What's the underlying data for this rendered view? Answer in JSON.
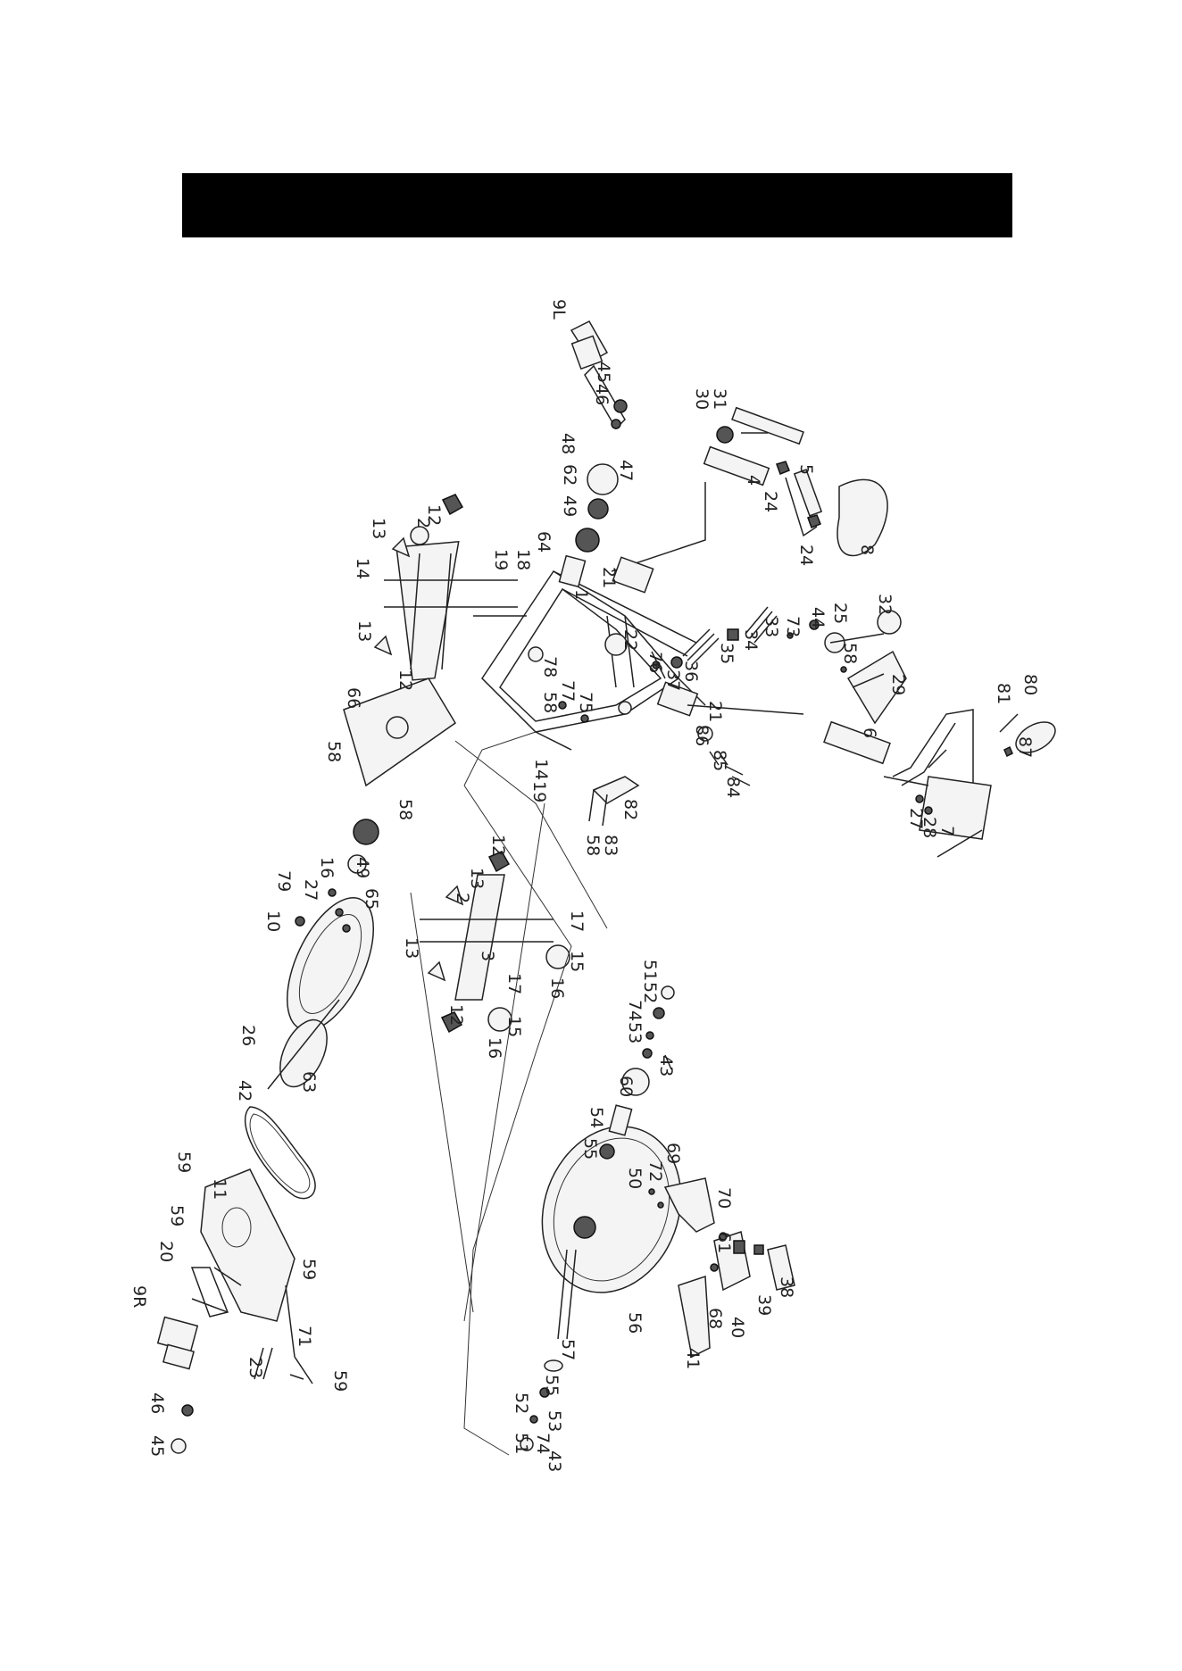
{
  "header": {
    "background": "#000000"
  },
  "parts": [
    {
      "id": "9L"
    },
    {
      "id": "45"
    },
    {
      "id": "46"
    },
    {
      "id": "47"
    },
    {
      "id": "48"
    },
    {
      "id": "62"
    },
    {
      "id": "49"
    },
    {
      "id": "64"
    },
    {
      "id": "30"
    },
    {
      "id": "31"
    },
    {
      "id": "4"
    },
    {
      "id": "24"
    },
    {
      "id": "5"
    },
    {
      "id": "8"
    },
    {
      "id": "12"
    },
    {
      "id": "13"
    },
    {
      "id": "2"
    },
    {
      "id": "14"
    },
    {
      "id": "19"
    },
    {
      "id": "18"
    },
    {
      "id": "21"
    },
    {
      "id": "1"
    },
    {
      "id": "22"
    },
    {
      "id": "76"
    },
    {
      "id": "37"
    },
    {
      "id": "36"
    },
    {
      "id": "35"
    },
    {
      "id": "34"
    },
    {
      "id": "33"
    },
    {
      "id": "73"
    },
    {
      "id": "44"
    },
    {
      "id": "25"
    },
    {
      "id": "32"
    },
    {
      "id": "58"
    },
    {
      "id": "29"
    },
    {
      "id": "81"
    },
    {
      "id": "80"
    },
    {
      "id": "87"
    },
    {
      "id": "6"
    },
    {
      "id": "27"
    },
    {
      "id": "28"
    },
    {
      "id": "7"
    },
    {
      "id": "78"
    },
    {
      "id": "77"
    },
    {
      "id": "75"
    },
    {
      "id": "86"
    },
    {
      "id": "85"
    },
    {
      "id": "84"
    },
    {
      "id": "82"
    },
    {
      "id": "83"
    },
    {
      "id": "66"
    },
    {
      "id": "65"
    },
    {
      "id": "16"
    },
    {
      "id": "79"
    },
    {
      "id": "10"
    },
    {
      "id": "17"
    },
    {
      "id": "15"
    },
    {
      "id": "3"
    },
    {
      "id": "26"
    },
    {
      "id": "63"
    },
    {
      "id": "42"
    },
    {
      "id": "59"
    },
    {
      "id": "11"
    },
    {
      "id": "20"
    },
    {
      "id": "9R"
    },
    {
      "id": "71"
    },
    {
      "id": "23"
    },
    {
      "id": "51"
    },
    {
      "id": "52"
    },
    {
      "id": "74"
    },
    {
      "id": "53"
    },
    {
      "id": "43"
    },
    {
      "id": "60"
    },
    {
      "id": "54"
    },
    {
      "id": "55"
    },
    {
      "id": "50"
    },
    {
      "id": "72"
    },
    {
      "id": "69"
    },
    {
      "id": "70"
    },
    {
      "id": "61"
    },
    {
      "id": "56"
    },
    {
      "id": "57"
    },
    {
      "id": "68"
    },
    {
      "id": "40"
    },
    {
      "id": "41"
    },
    {
      "id": "39"
    },
    {
      "id": "38"
    }
  ]
}
